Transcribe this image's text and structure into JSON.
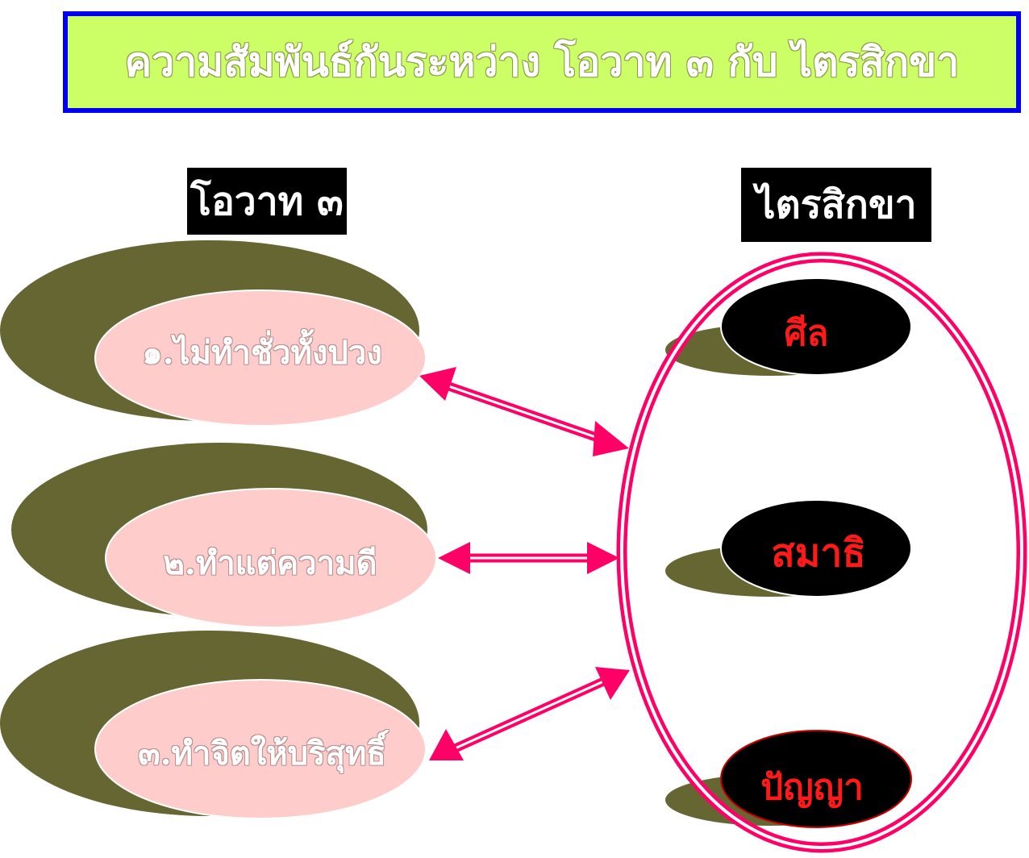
{
  "title": "ความสัมพันธ์กันระหว่าง  โอวาท ๓ กับ ไตรสิกขา",
  "left_heading": "โอวาท ๓",
  "right_heading": "ไตรสิกขา",
  "ovada": [
    {
      "label": "๑.ไม่ทำชั่วทั้งปวง"
    },
    {
      "label": "๒.ทำแต่ความดี"
    },
    {
      "label": "๓.ทำจิตให้บริสุทธิ์"
    }
  ],
  "sikkha": [
    {
      "label": "ศีล"
    },
    {
      "label": "สมาธิ"
    },
    {
      "label": "ปัญญา"
    }
  ],
  "colors": {
    "title_bg": "#ccff66",
    "title_border": "#0000ee",
    "olive": "#666633",
    "pink_ellipse": "#ffcccc",
    "connector": "#ff0066",
    "sikkha_text": "#ff1a1a"
  }
}
